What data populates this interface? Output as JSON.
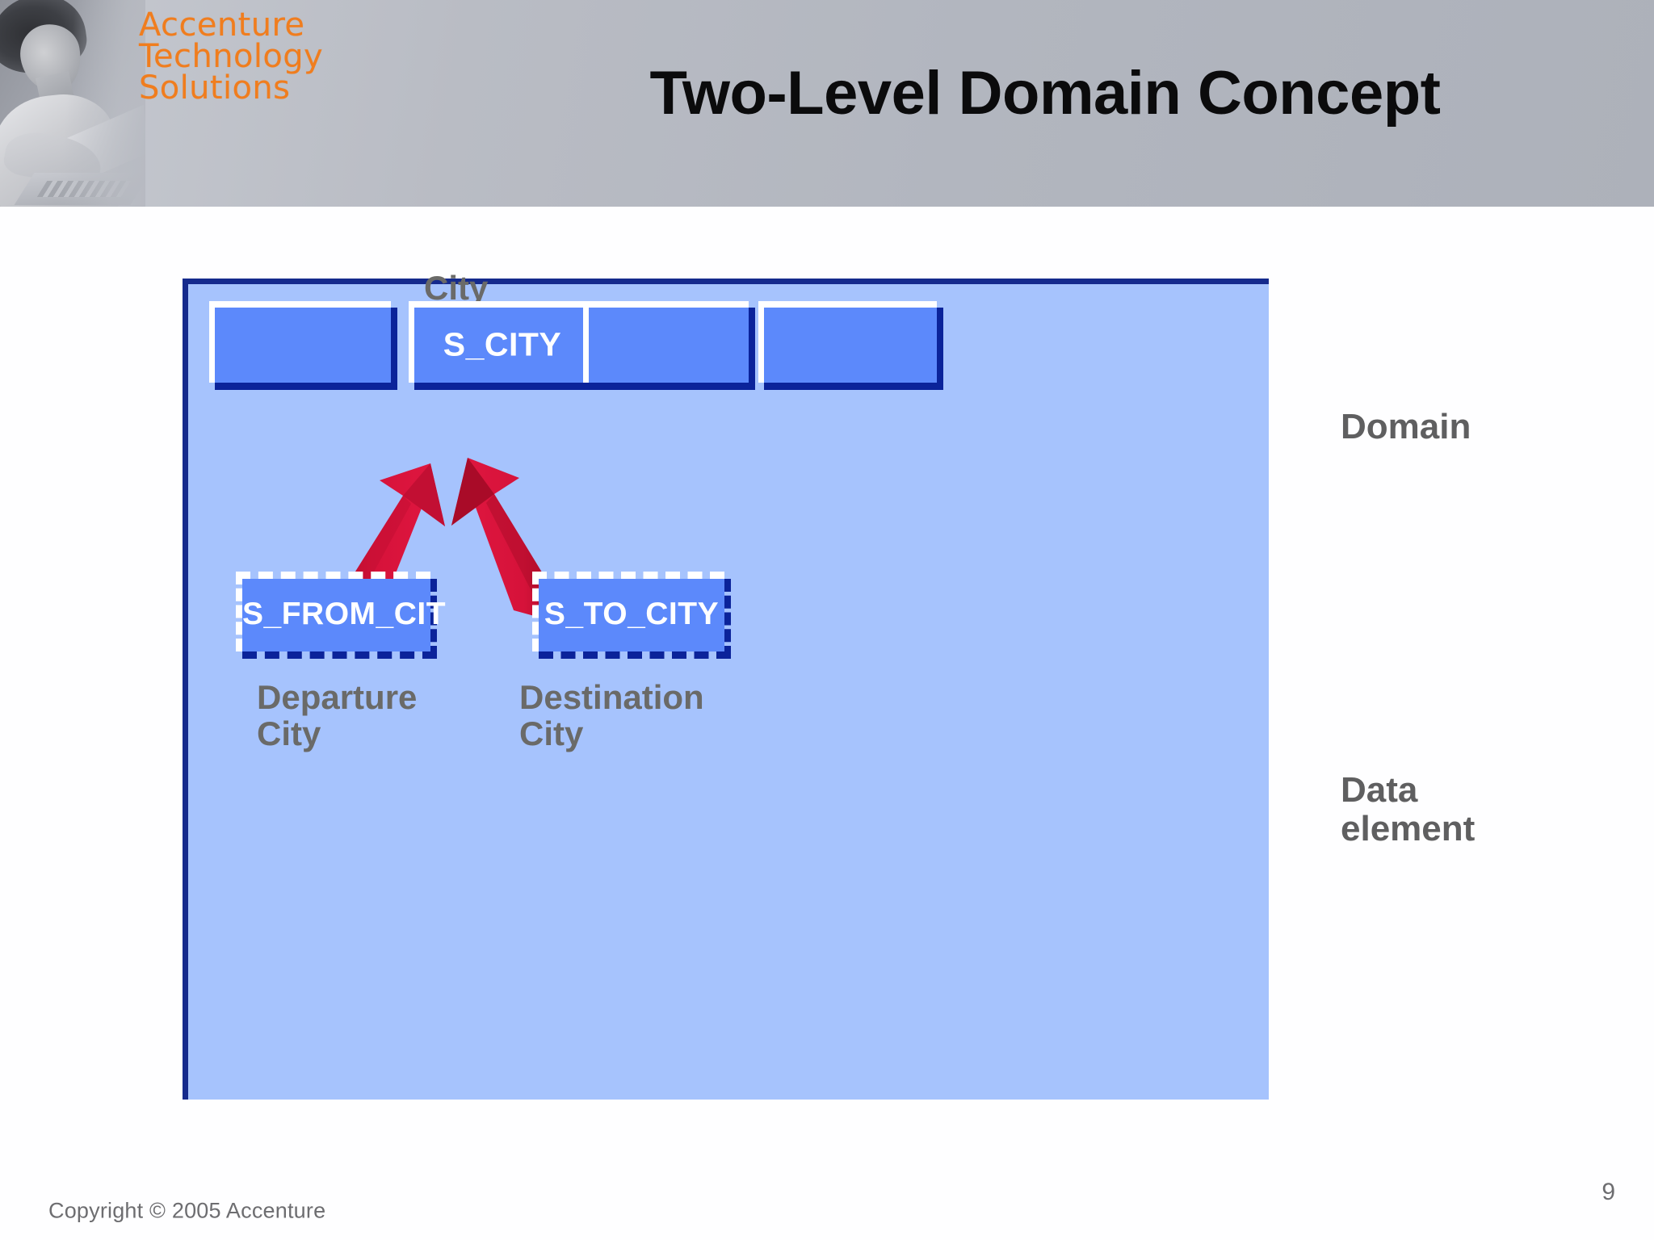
{
  "brand": {
    "wordmark_line1": "Accenture",
    "wordmark_line2": "Technology",
    "wordmark_line3": "Solutions",
    "accent_color": "#f07d1e"
  },
  "header": {
    "title": "Two-Level Domain Concept",
    "band_color": "#b4b8c0"
  },
  "diagram": {
    "panel_fill": "#a6c3fd",
    "panel_border_color": "#152a8d",
    "box_fill": "#5c89fb",
    "box_highlight": "#ffffff",
    "box_shadow": "#0b239a",
    "arrow_color": "#d6123a",
    "domain_caption": "City",
    "domain_boxes": [
      {
        "label": ""
      },
      {
        "label": "S_CITY"
      },
      {
        "label": ""
      },
      {
        "label": ""
      }
    ],
    "data_elements": [
      {
        "label": "S_FROM_CIT",
        "caption": "Departure\nCity"
      },
      {
        "label": "S_TO_CITY",
        "caption": "Destination\nCity"
      }
    ],
    "level_labels": {
      "top": "Domain",
      "bottom": "Data\nelement"
    }
  },
  "footer": {
    "copyright": "Copyright © 2005 Accenture",
    "page_number": "9"
  }
}
